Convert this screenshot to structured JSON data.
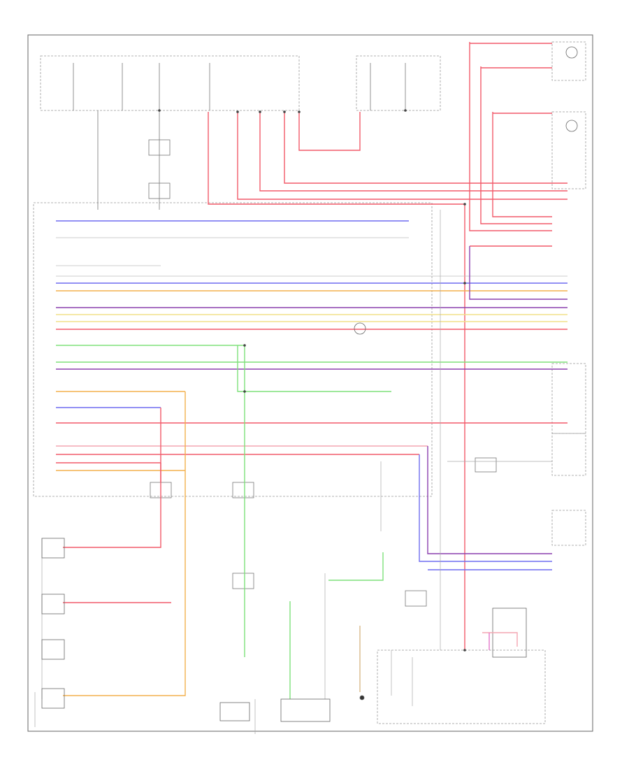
{
  "colors": {
    "red": "#f25a6a",
    "pink": "#f4a6b2",
    "green": "#7ee07a",
    "blue": "#6f6cf0",
    "purple": "#8a3fae",
    "orange": "#f3b04d",
    "yellow": "#f2e08a",
    "tan": "#d9b98a",
    "gray": "#9a9a9a",
    "frame": "#555555"
  },
  "labels": {
    "footer": "",
    "top_right": ""
  },
  "wires": {
    "left_harness": [
      {
        "color": "blue"
      },
      {
        "color": "gray"
      },
      {
        "color": "gray"
      },
      {
        "color": "gray"
      },
      {
        "color": "blue"
      },
      {
        "color": "orange"
      },
      {
        "color": "purple"
      },
      {
        "color": "yellow"
      },
      {
        "color": "yellow"
      },
      {
        "color": "red"
      },
      {
        "color": "green"
      },
      {
        "color": "green"
      },
      {
        "color": "purple"
      },
      {
        "color": "orange"
      },
      {
        "color": "blue"
      },
      {
        "color": "red"
      },
      {
        "color": "pink"
      },
      {
        "color": "red"
      },
      {
        "color": "red"
      },
      {
        "color": "orange"
      }
    ]
  }
}
